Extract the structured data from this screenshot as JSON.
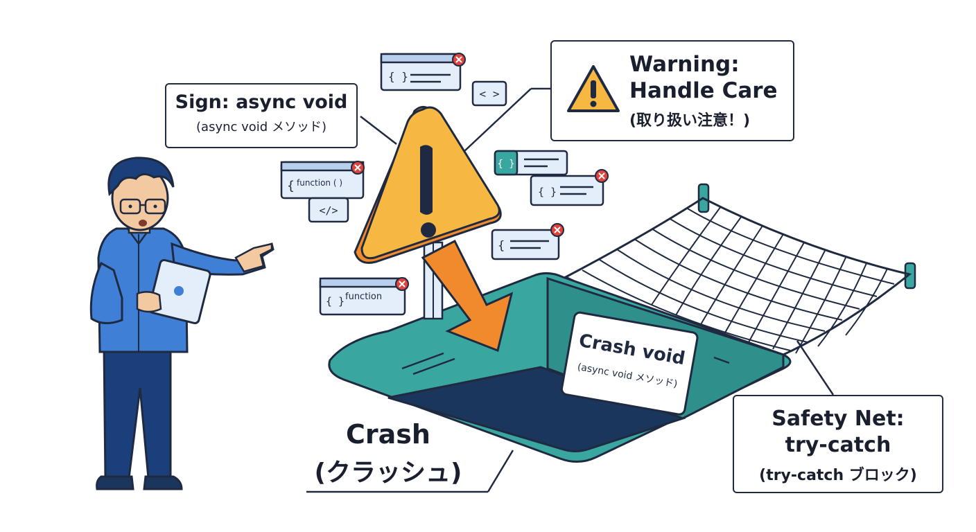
{
  "sign_callout": {
    "title": "Sign: async void",
    "subtitle": "(async void メソッド)"
  },
  "warning_callout": {
    "title_line1": "Warning:",
    "title_line2": "Handle Care",
    "subtitle": "(取り扱い注意！)"
  },
  "safety_callout": {
    "title_line1": "Safety Net:",
    "title_line2": "try-catch",
    "subtitle": "(try-catch ブロック)"
  },
  "crash_label": {
    "title": "Crash",
    "subtitle": "(クラッシュ)"
  },
  "hole_sign": {
    "title": "Crash void",
    "subtitle": "(async void メソッド)"
  },
  "code_snippets": {
    "braces": "{ }",
    "function_call": "function ( )",
    "function": "function",
    "angle_brackets": "< >",
    "html_tag": "</>"
  },
  "colors": {
    "outline": "#1f2a40",
    "teal": "#3aa6a0",
    "dark_navy": "#1b365d",
    "orange": "#f08a2c",
    "yellow": "#f6b843",
    "blue_shirt": "#3f7fd6",
    "snippet_fill": "#e4eefb",
    "error_red": "#e0433b"
  },
  "icons": [
    "warning-triangle-icon",
    "error-x-icon",
    "tablet-icon"
  ]
}
